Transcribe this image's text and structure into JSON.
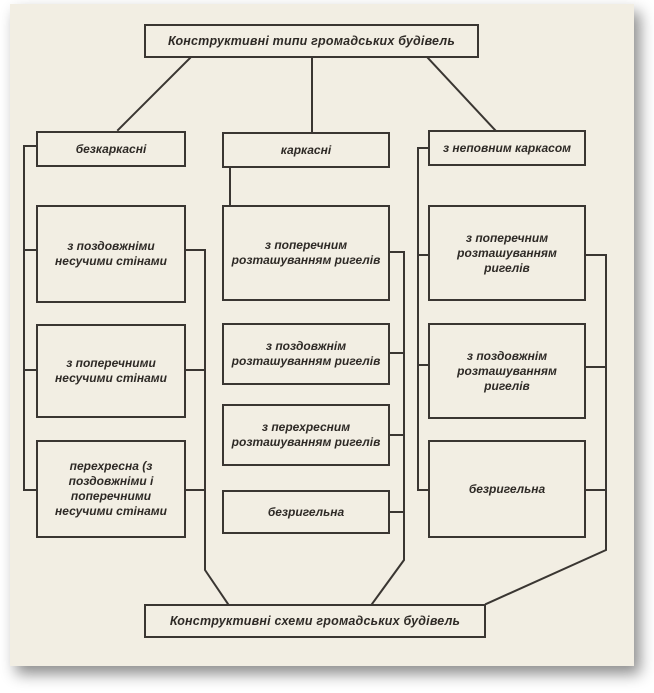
{
  "diagram": {
    "root": "Конструктивні типи громадських будівель",
    "bottom": "Конструктивні схеми громадських будівель",
    "columns": [
      {
        "header": "безкаркасні",
        "items": [
          "з поздовжніми несучими стінами",
          "з поперечними несучими стінами",
          "перехресна (з поздовжніми і поперечними несучими стінами"
        ]
      },
      {
        "header": "каркасні",
        "items": [
          "з поперечним розташуванням ригелів",
          "з поздовжнім розташуванням ригелів",
          "з перехресним розташуванням ригелів",
          "безригельна"
        ]
      },
      {
        "header": "з неповним каркасом",
        "items": [
          "з поперечним розташуванням ригелів",
          "з поздовжнім розташуванням ригелів",
          "безригельна"
        ]
      }
    ]
  }
}
